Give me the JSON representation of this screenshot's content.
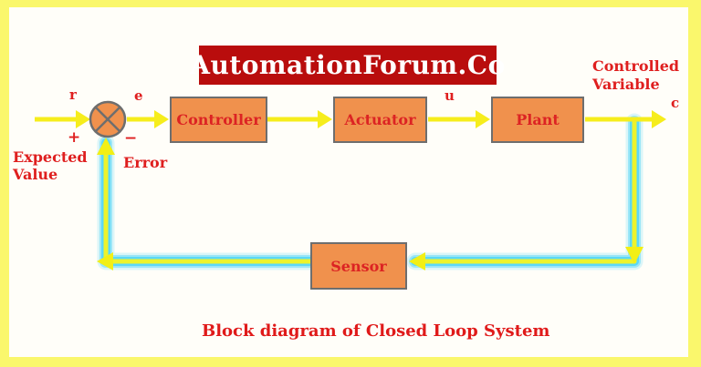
{
  "banner": {
    "title": "AutomationForum.Co"
  },
  "caption": "Block diagram of Closed Loop System",
  "blocks": {
    "controller": {
      "label": "Controller"
    },
    "actuator": {
      "label": "Actuator"
    },
    "plant": {
      "label": "Plant"
    },
    "sensor": {
      "label": "Sensor"
    }
  },
  "labels": {
    "input_signal": "r",
    "error_signal": "e",
    "control_signal": "u",
    "output_signal": "c",
    "plus_sign": "+",
    "minus_sign": "−",
    "expected_value": [
      "Expected",
      "Value"
    ],
    "error": "Error",
    "controlled_variable": [
      "Controlled",
      "Variable"
    ]
  },
  "icons": {
    "summing_junction": "circle-with-cross-icon",
    "arrows": "yellow-arrow",
    "feedback_glow": "cyan-glow-line"
  },
  "colors": {
    "frame_border": "#FAF76C",
    "canvas_bg": "#FFFEF9",
    "arrow_yellow": "#F6ED1C",
    "feedback_core_yellow": "#EDF32B",
    "feedback_glow_cyan": "#5CD8F6",
    "box_fill_orange": "#F0914D",
    "box_border_gray": "#6E6E6E",
    "text_red": "#DF1F1F",
    "banner_bg_red": "#B90D0D",
    "banner_text": "#FFFFFF"
  }
}
